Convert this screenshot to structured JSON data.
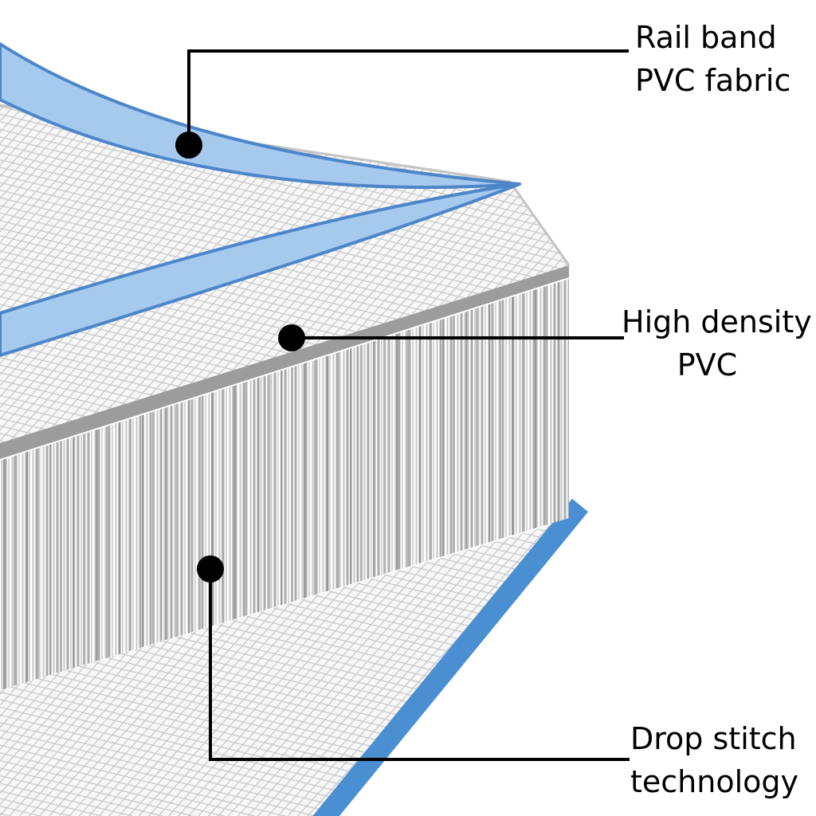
{
  "labels": {
    "rail_band": {
      "line1": "Rail band",
      "line2": "PVC fabric"
    },
    "high_density": {
      "line1": "High density",
      "line2": "PVC"
    },
    "drop_stitch": {
      "line1": "Drop stitch",
      "line2": "technology"
    }
  },
  "colors": {
    "background": "#ffffff",
    "ribbon_fill": "#a6c9ee",
    "ribbon_stroke": "#4c86c9",
    "bottom_rail_band": "#4a8fd2",
    "mesh_background": "#f7f7f7",
    "mesh_line": "#c6c6c6",
    "top_edge_band": "#9c9c9c",
    "top_edge_outline": "#c4c4c4",
    "thread_light": "#d6d6d6",
    "thread_mid": "#ababab",
    "thread_dark": "#8f8f8f",
    "callout": "#000000",
    "text": "#000000"
  }
}
